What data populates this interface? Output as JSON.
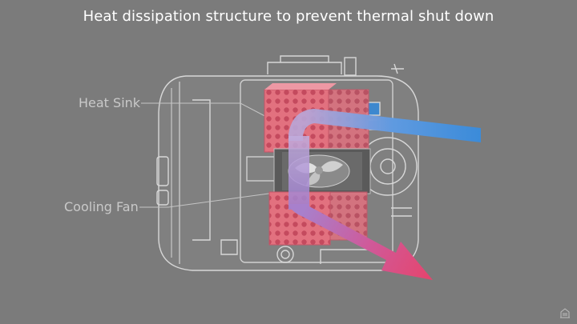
{
  "header": {
    "title": "Heat dissipation structure to prevent thermal shut down"
  },
  "labels": {
    "heat_sink": "Heat Sink",
    "cooling_fan": "Cooling Fan"
  },
  "colors": {
    "background": "#7b7b7b",
    "heat_sink": "#e06b7e",
    "airflow_in": "#3e8fd8",
    "airflow_out": "#e2466e",
    "label": "#c9c9c9"
  },
  "icons": {
    "camera_body": "camera-body-outline",
    "fan": "fan-icon",
    "corner": "building-logo-icon"
  }
}
